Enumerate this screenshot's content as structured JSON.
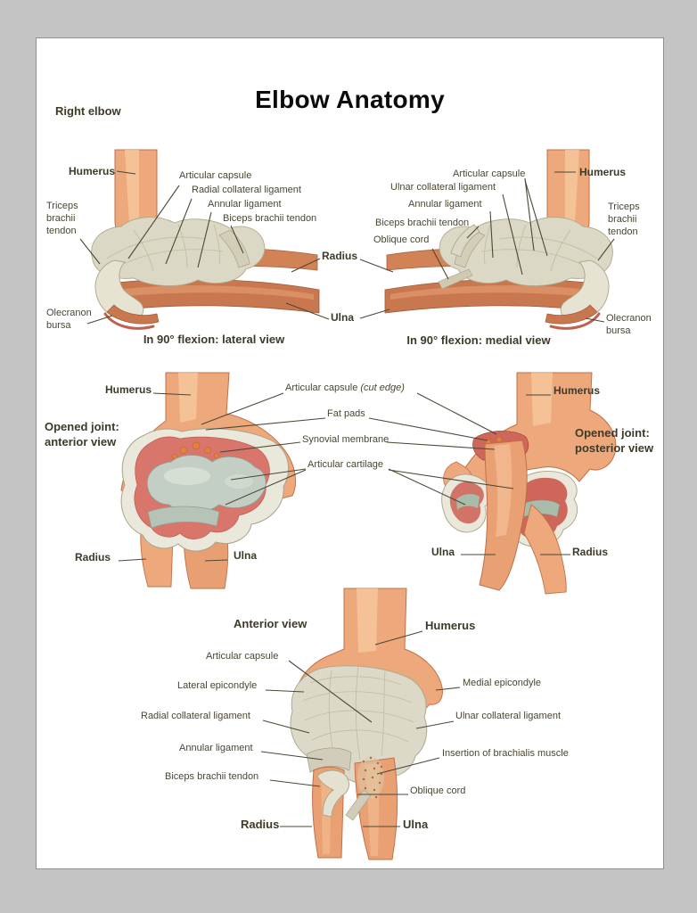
{
  "page": {
    "title": "Elbow Anatomy",
    "side_label": "Right elbow"
  },
  "lateral": {
    "caption": "In 90° flexion: lateral view",
    "humerus": "Humerus",
    "articular_capsule": "Articular capsule",
    "radial_collateral_ligament": "Radial collateral ligament",
    "annular_ligament": "Annular ligament",
    "biceps_brachii_tendon": "Biceps brachii tendon",
    "triceps_brachii_tendon": "Triceps brachii tendon",
    "olecranon_bursa": "Olecranon bursa"
  },
  "medial": {
    "caption": "In 90° flexion: medial view",
    "articular_capsule": "Articular capsule",
    "ulnar_collateral_ligament": "Ulnar collateral ligament",
    "annular_ligament": "Annular ligament",
    "biceps_brachii_tendon": "Biceps brachii tendon",
    "oblique_cord": "Oblique cord",
    "humerus": "Humerus",
    "triceps_brachii_tendon": "Triceps brachii tendon",
    "olecranon_bursa": "Olecranon bursa"
  },
  "flexion_shared": {
    "radius": "Radius",
    "ulna": "Ulna"
  },
  "opened_anterior": {
    "view_label": "Opened joint: anterior view",
    "humerus": "Humerus",
    "radius": "Radius",
    "ulna": "Ulna"
  },
  "opened_posterior": {
    "view_label": "Opened joint: posterior view",
    "humerus": "Humerus",
    "ulna": "Ulna",
    "radius": "Radius"
  },
  "opened_shared": {
    "articular_capsule": "Articular capsule",
    "cut_edge": "(cut edge)",
    "fat_pads": "Fat pads",
    "synovial_membrane": "Synovial membrane",
    "articular_cartilage": "Articular cartilage"
  },
  "anterior_view": {
    "view_label": "Anterior view",
    "humerus": "Humerus",
    "articular_capsule": "Articular capsule",
    "lateral_epicondyle": "Lateral epicondyle",
    "medial_epicondyle": "Medial epicondyle",
    "radial_collateral_ligament": "Radial collateral ligament",
    "ulnar_collateral_ligament": "Ulnar collateral ligament",
    "annular_ligament": "Annular ligament",
    "insertion_of_brachialis_muscle": "Insertion of brachialis muscle",
    "biceps_brachii_tendon": "Biceps brachii tendon",
    "oblique_cord": "Oblique cord",
    "radius": "Radius",
    "ulna": "Ulna"
  },
  "colors": {
    "background": "#c4c4c4",
    "paper": "#ffffff",
    "title_text": "#0b0b0b",
    "label_text": "#4a4632",
    "leader_line": "#4b4836",
    "skin": "#eda97b",
    "bone_dark": "#c9774e",
    "ligament": "#dcd8c6",
    "synovial_red": "#ce665a",
    "cartilage_green": "#c3cfc4"
  }
}
